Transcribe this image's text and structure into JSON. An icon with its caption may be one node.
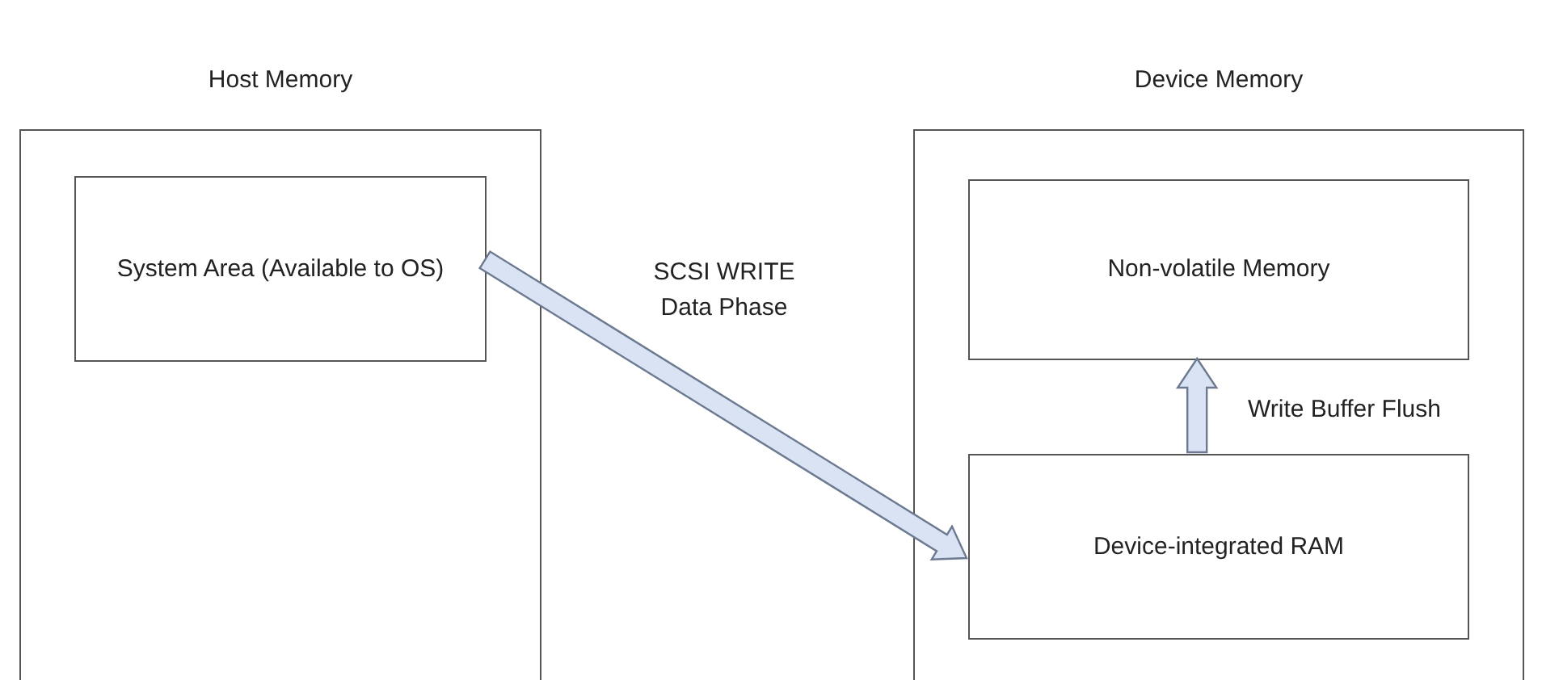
{
  "diagram": {
    "nodes": [
      {
        "text": [
          "Host Memory"
        ]
      },
      {
        "text": [
          "Device Memory"
        ]
      },
      {
        "text": [
          "System Area (Available to OS)"
        ],
        "in": 0
      },
      {
        "text": [
          "Non-volatile Memory"
        ],
        "in": 1
      },
      {
        "text": [
          "Device-integrated RAM"
        ],
        "in": 1
      }
    ],
    "edges": [
      {
        "from": 2,
        "to": 4,
        "arrow": "to",
        "label": "SCSI WRITE Data Phase"
      },
      {
        "from": 4,
        "to": 3,
        "arrow": "to",
        "label": "Write Buffer Flush"
      }
    ]
  }
}
